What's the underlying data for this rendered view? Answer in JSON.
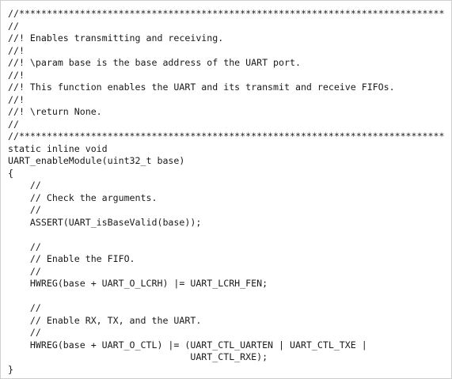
{
  "code": {
    "lines": [
      "//*****************************************************************************",
      "//",
      "//! Enables transmitting and receiving.",
      "//!",
      "//! \\param base is the base address of the UART port.",
      "//!",
      "//! This function enables the UART and its transmit and receive FIFOs.",
      "//!",
      "//! \\return None.",
      "//",
      "//*****************************************************************************",
      "static inline void",
      "UART_enableModule(uint32_t base)",
      "{",
      "    //",
      "    // Check the arguments.",
      "    //",
      "    ASSERT(UART_isBaseValid(base));",
      "",
      "    //",
      "    // Enable the FIFO.",
      "    //",
      "    HWREG(base + UART_O_LCRH) |= UART_LCRH_FEN;",
      "",
      "    //",
      "    // Enable RX, TX, and the UART.",
      "    //",
      "    HWREG(base + UART_O_CTL) |= (UART_CTL_UARTEN | UART_CTL_TXE |",
      "                                 UART_CTL_RXE);",
      "}"
    ]
  }
}
